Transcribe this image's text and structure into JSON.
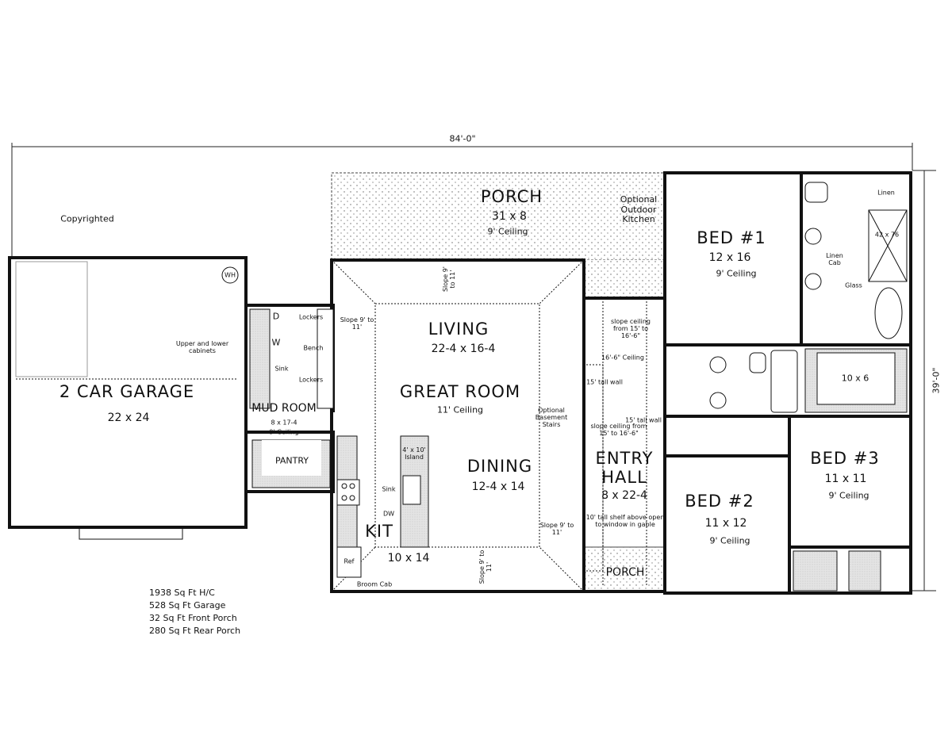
{
  "dimensions": {
    "width": "84'-0\"",
    "depth": "39'-0\""
  },
  "copyright": "Copyrighted",
  "rooms": {
    "porch_rear": {
      "name": "PORCH",
      "size": "31 x 8",
      "ceiling": "9' Ceiling"
    },
    "outdoor_kitchen": "Optional Outdoor Kitchen",
    "garage": {
      "name": "2 CAR GARAGE",
      "size": "22 x 24",
      "wh": "WH"
    },
    "mud_room": {
      "name": "MUD ROOM",
      "size": "8 x 17-4",
      "ceiling": "9' Ceiling",
      "d": "D",
      "w": "W",
      "sink": "Sink",
      "lockers1": "Lockers",
      "bench": "Bench",
      "lockers2": "Lockers",
      "cabinets": "Upper and lower cabinets"
    },
    "pantry": {
      "name": "PANTRY"
    },
    "living": {
      "name": "LIVING",
      "size": "22-4 x 16-4"
    },
    "great_room": {
      "name": "GREAT ROOM",
      "ceiling": "11' Ceiling"
    },
    "dining": {
      "name": "DINING",
      "size": "12-4 x 14"
    },
    "kitchen": {
      "name": "KIT",
      "size": "10 x 14",
      "island": "4' x 10' Island",
      "sink": "Sink",
      "dw": "DW",
      "ref": "Ref",
      "broom": "Broom Cab"
    },
    "entry_hall": {
      "name": "ENTRY HALL",
      "size": "8 x 22-4",
      "ceiling": "16'-6\" Ceiling",
      "slope_top": "slope ceiling from 15' to 16'-6\"",
      "slope_mid": "slope ceiling from 15' to 16'-6\"",
      "wall1": "15' tall wall",
      "wall2": "15' tall wall",
      "stairs": "Optional Basement Stairs",
      "shelf": "10' tall shelf above open to window in gable"
    },
    "porch_front": {
      "name": "PORCH"
    },
    "bed1": {
      "name": "BED #1",
      "size": "12 x 16",
      "ceiling": "9' Ceiling"
    },
    "master_bath": {
      "linen": "Linen",
      "linen_cab": "Linen Cab",
      "shower": "42 x 76",
      "glass": "Glass"
    },
    "closet": {
      "size": "10 x 6"
    },
    "bed2": {
      "name": "BED #2",
      "size": "11 x 12",
      "ceiling": "9' Ceiling"
    },
    "bed3": {
      "name": "BED #3",
      "size": "11 x 11",
      "ceiling": "9' Ceiling"
    }
  },
  "slopes": {
    "top": "Slope 9' to 11'",
    "left": "Slope 9' to 11'",
    "right": "Slope 9' to 11'",
    "bottom": "Slope 9' to 11'"
  },
  "areas": [
    "1938 Sq Ft H/C",
    "528 Sq Ft Garage",
    "32 Sq Ft Front Porch",
    "280 Sq Ft Rear Porch"
  ]
}
